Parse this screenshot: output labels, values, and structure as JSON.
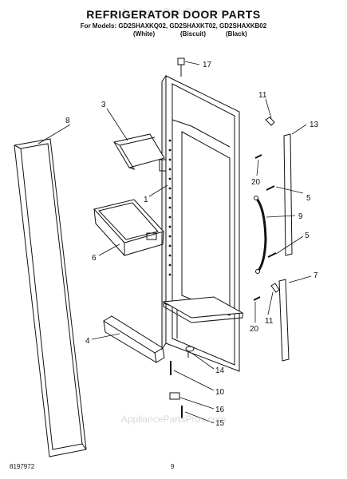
{
  "header": {
    "title": "REFRIGERATOR DOOR PARTS",
    "models": "For Models: GD2SHAXKQ02, GD2SHAXKT02, GD2SHAXKB02",
    "variants": [
      "(White)",
      "(Biscuit)",
      "(Black)"
    ]
  },
  "watermark": "AppliancePartsPros.com",
  "callouts": {
    "c17": "17",
    "c3": "3",
    "c8": "8",
    "c11a": "11",
    "c13": "13",
    "c20a": "20",
    "c5a": "5",
    "c1": "1",
    "c9": "9",
    "c5b": "5",
    "c6": "6",
    "c7": "7",
    "c11b": "11",
    "c20b": "20",
    "c4": "4",
    "c14": "14",
    "c10": "10",
    "c16": "16",
    "c15": "15"
  },
  "footer": {
    "doc_number": "8197972",
    "page_number": "9"
  }
}
